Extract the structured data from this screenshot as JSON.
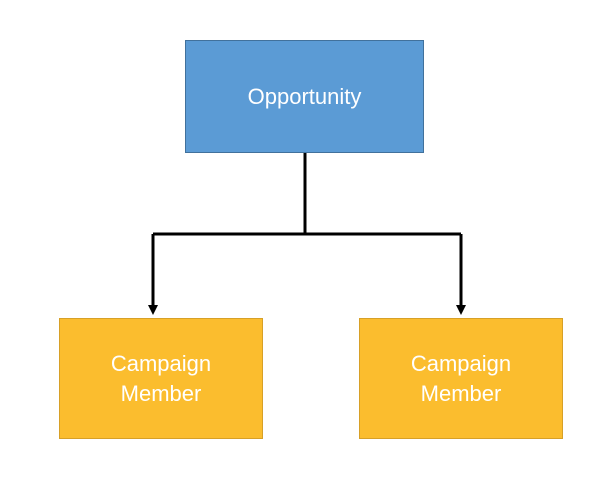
{
  "colors": {
    "parent_fill": "#5b9bd5",
    "parent_border": "#41719c",
    "child_fill": "#fbbd2e",
    "child_border": "#d7a027",
    "connector": "#000000",
    "text": "#ffffff"
  },
  "diagram": {
    "parent": {
      "label": "Opportunity"
    },
    "children": [
      {
        "label": "Campaign\nMember"
      },
      {
        "label": "Campaign\nMember"
      }
    ],
    "edges": [
      {
        "from": "parent",
        "to": "children.0"
      },
      {
        "from": "parent",
        "to": "children.1"
      }
    ]
  }
}
